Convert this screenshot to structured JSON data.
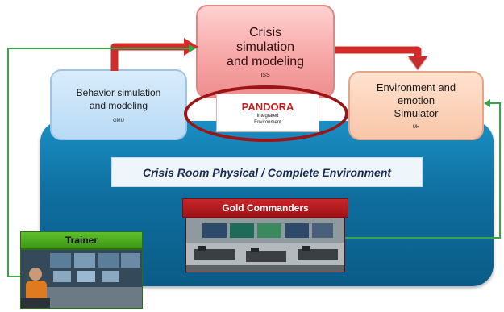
{
  "crisis": {
    "title_line1": "Crisis",
    "title_line2": "simulation",
    "title_line3": "and modeling",
    "subtitle": "ISS"
  },
  "behavior": {
    "title_line1": "Behavior simulation",
    "title_line2": "and modeling",
    "subtitle": "GMU"
  },
  "envsim": {
    "title_line1": "Environment and",
    "title_line2": "emotion",
    "title_line3": "Simulator",
    "subtitle": "UH"
  },
  "pandora": {
    "title": "PANDORA",
    "sub_line1": "Integrated",
    "sub_line2": "Environment"
  },
  "environment": {
    "label": "Crisis Room Physical / Complete Environment"
  },
  "gold": {
    "header": "Gold Commanders"
  },
  "trainer": {
    "header": "Trainer"
  },
  "colors": {
    "red_arrow": "#d42a2a",
    "green_line": "#3aa64a",
    "env_blue": "#1a8fc4"
  }
}
